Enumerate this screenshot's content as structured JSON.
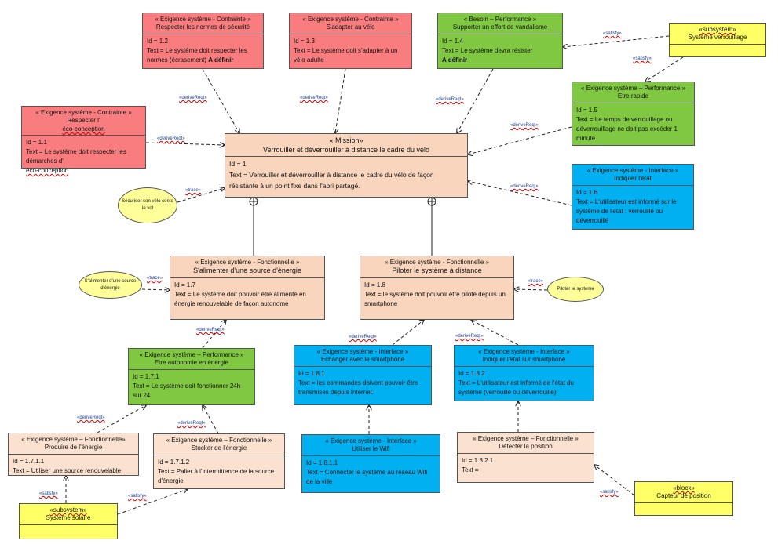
{
  "mission": {
    "stereotype": "« Mission»",
    "title": "Verrouiller et déverrouiller à distance  le cadre du vélo",
    "id": "Id = 1",
    "text": "Text = Verrouiller et déverrouiller à distance  le cadre du vélo de façon résistante à un point fixe dans l'abri partagé."
  },
  "req_1_2": {
    "stereotype": "« Exigence système - Contrainte »",
    "title": "Respecter  les normes de sécurité",
    "id": "Id = 1.2",
    "text": "Text = Le système doit respecter les normes (écrasement)",
    "extra": "A définir"
  },
  "req_1_3": {
    "stereotype": "« Exigence système - Contrainte »",
    "title": "S'adapter au vélo",
    "id": "Id = 1.3",
    "text": "Text = Le système doit s'adapter à un vélo adulte"
  },
  "req_1_4": {
    "stereotype": "« Besoin – Performance »",
    "title": "Supporter un effort de vandalisme",
    "id": "Id = 1.4",
    "text": "Text = Le système devra résister",
    "extra": "A définir"
  },
  "req_1_1": {
    "stereotype": "« Exigence système - Contrainte »",
    "title_prefix": "Respecter l'",
    "title_wavy": "éco-conception",
    "id": "Id = 1.1",
    "text_prefix": "Text = Le système doit respecter les démarches d'",
    "text_wavy": "éco-conception"
  },
  "req_1_5": {
    "stereotype": "« Exigence système – Performance »",
    "title": "Etre rapide",
    "id": "Id = 1.5",
    "text": "Text = Le temps de verrouillage  ou déverrouillage   ne doit pas excéder 1 minute."
  },
  "req_1_6": {
    "stereotype": "« Exigence système - Interface »",
    "title": "Indiquer l'état",
    "id": "Id = 1.6",
    "text": "Text = L'utilisateur  est informé sur le système de l'état  : verrouillé  ou déverrouillé"
  },
  "req_1_7": {
    "stereotype": "« Exigence système - Fonctionnelle »",
    "title": "S'alimenter d'une source d'énergie",
    "id": "Id = 1.7",
    "text": "Text = Le système doit pouvoir être alimenté  en énergie  renouvelable de façon autonome"
  },
  "req_1_8": {
    "stereotype": "« Exigence système - Fonctionnelle »",
    "title": "Piloter  le système à distance",
    "id": "Id = 1.8",
    "text": "Text = le système doit pouvoir être piloté depuis un smartphone"
  },
  "req_1_7_1": {
    "stereotype": "« Exigence système – Performance »",
    "title": "Etre autonomie en énergie",
    "id": "Id = 1.7.1",
    "text": "Text = Le système doit fonctionner 24h sur 24"
  },
  "req_1_8_1": {
    "stereotype": "« Exigence système - Interface »",
    "title": "Echanger  avec le smartphone",
    "id": "Id = 1.8.1",
    "text": "Text = les commandes doivent pouvoir être transmises depuis Internet."
  },
  "req_1_8_2": {
    "stereotype": "« Exigence système - Interface »",
    "title": "Indiquer l'état  sur smartphone",
    "id": "Id = 1.8.2",
    "text": "Text = L'utilisateur est informé de l'état du système (verrouillé ou déverrouillé)"
  },
  "req_1_7_1_1": {
    "stereotype": "« Exigence système – Fonctionnelle»",
    "title": "Produire de l'énergie",
    "id": "Id = 1.7.1.1",
    "text": "Text = Utiliser une source renouvelable"
  },
  "req_1_7_1_2": {
    "stereotype": "« Exigence système – Fonctionnelle »",
    "title": "Stocker de l'énergie",
    "id": "Id = 1.7.1.2",
    "text": "Text = Palier  à l'intermittence  de la source d'énergie"
  },
  "req_1_8_1_1": {
    "stereotype": "« Exigence système - Interface »",
    "title": "Utiliser  le Wifi",
    "id": "Id = 1.8.1.1",
    "text": "Text = Connecter le système  au réseau Wifi de la ville"
  },
  "req_1_8_2_1": {
    "stereotype": "« Exigence système – Fonctionnelle »",
    "title": "Détecter  la position",
    "id": "Id = 1.8.2.1",
    "text": "Text ="
  },
  "blocks": {
    "verrouillage": {
      "stereotype": "«subsystem»",
      "name": "Système  verrouillage"
    },
    "solaire": {
      "stereotype": "«subsystem»",
      "name": "Système solaire"
    },
    "capteur": {
      "stereotype": "«block»",
      "name": "Capteur de position"
    }
  },
  "usecases": {
    "securiser": "Sécuriser son vélo conte le vol",
    "alimenter": "S'alimenter d'une source d'énergie",
    "piloter": "Piloter le système"
  },
  "relations": {
    "derive": "«deriveReqt»",
    "trace": "«trace»",
    "satisfy": "«satisfy»"
  }
}
